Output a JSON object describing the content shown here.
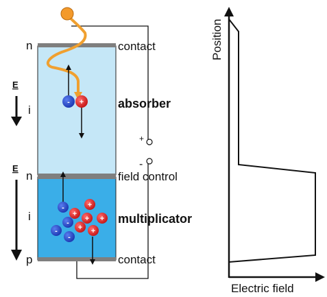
{
  "device": {
    "layers": {
      "top": "n",
      "absorber_i": "i",
      "middle": "n",
      "multiplicator_i": "i",
      "bottom": "p"
    },
    "right_labels": {
      "top_contact": "contact",
      "absorber": "absorber",
      "field_control": "field control",
      "multiplicator": "multiplicator",
      "bottom_contact": "contact"
    },
    "field_labels": {
      "upper": "E",
      "lower": "E"
    },
    "terminals": {
      "plus": "+",
      "minus": "-"
    },
    "carrier_signs": {
      "electron": "-",
      "hole": "+"
    },
    "colors": {
      "absorber_fill": "#c5e7f7",
      "multiplicator_fill": "#3aaee8",
      "contact_bar": "#7f7f7f",
      "electron": "#1d3fc4",
      "hole": "#e02020",
      "photon": "#f0a030"
    }
  },
  "plot": {
    "ylabel": "Position",
    "xlabel": "Electric field"
  }
}
